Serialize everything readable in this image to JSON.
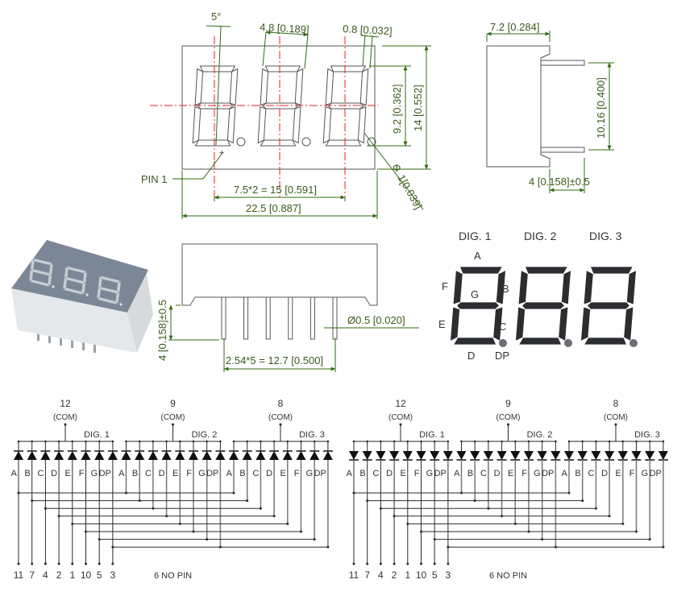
{
  "colors": {
    "dimension": "#2f6b12",
    "outline": "#555555",
    "centerline": "#e8202a",
    "segment_dark": "#2b2d31",
    "dp_gray": "#6b6e73",
    "photo_face": "#7b8796",
    "photo_body": "#e9ecee",
    "wire": "#2a2a2a"
  },
  "front_view": {
    "angle": "5°",
    "segment_width": "4.8 [0.189]",
    "segment_thickness": "0.8 [0.032]",
    "digit_height": "9.2 [0.362]",
    "total_height": "14 [0.552]",
    "dp_diameter_symbol": "Φ",
    "dp_diameter": "1[0.039]",
    "pin1_label": "PIN 1",
    "pitch": "7.5*2 = 15 [0.591]",
    "total_width": "22.5 [0.887]"
  },
  "side_view": {
    "depth": "7.2 [0.284]",
    "row_spacing": "10.16 [0.400]",
    "pin_length": "4 [0.158]±0.5"
  },
  "bottom_view": {
    "pin_length": "4 [0.158]±0.5",
    "pin_diameter": "Ø0.5 [0.020]",
    "pin_pitch": "2.54*5 = 12.7 [0.500]"
  },
  "segment_diagram": {
    "digits": [
      "DIG. 1",
      "DIG. 2",
      "DIG. 3"
    ],
    "segment_labels": {
      "a": "A",
      "b": "B",
      "c": "C",
      "d": "D",
      "e": "E",
      "f": "F",
      "g": "G",
      "dp": "DP"
    }
  },
  "schematics": [
    {
      "type": "common-cathode",
      "digits": [
        {
          "com_pin": "12",
          "com_label": "(COM)",
          "name": "DIG. 1"
        },
        {
          "com_pin": "9",
          "com_label": "(COM)",
          "name": "DIG. 2"
        },
        {
          "com_pin": "8",
          "com_label": "(COM)",
          "name": "DIG. 3"
        }
      ],
      "segments": [
        "A",
        "B",
        "C",
        "D",
        "E",
        "F",
        "G",
        "DP"
      ],
      "bottom_pins": [
        "11",
        "7",
        "4",
        "2",
        "1",
        "10",
        "5",
        "3"
      ],
      "note": "6 NO PIN"
    },
    {
      "type": "common-anode",
      "digits": [
        {
          "com_pin": "12",
          "com_label": "(COM)",
          "name": "DIG. 1"
        },
        {
          "com_pin": "9",
          "com_label": "(COM)",
          "name": "DIG. 2"
        },
        {
          "com_pin": "8",
          "com_label": "(COM)",
          "name": "DIG. 3"
        }
      ],
      "segments": [
        "A",
        "B",
        "C",
        "D",
        "E",
        "F",
        "G",
        "DP"
      ],
      "bottom_pins": [
        "11",
        "7",
        "4",
        "2",
        "1",
        "10",
        "5",
        "3"
      ],
      "note": "6 NO PIN"
    }
  ]
}
